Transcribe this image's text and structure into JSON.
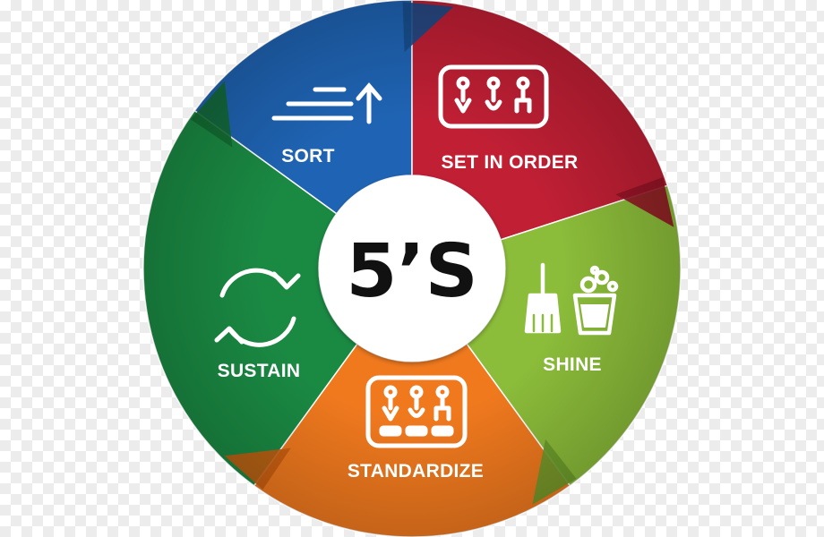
{
  "center": {
    "title": "5’S"
  },
  "segments": [
    {
      "id": "sort",
      "label": "SORT",
      "icon": "sort-lines-up-arrow-icon",
      "color": "#1f64b4",
      "color_dark": "#174c8c"
    },
    {
      "id": "set-in-order",
      "label": "SET IN ORDER",
      "icon": "tool-board-icon",
      "color": "#c01f34",
      "color_dark": "#921325"
    },
    {
      "id": "shine",
      "label": "SHINE",
      "icon": "broom-bucket-icon",
      "color": "#8cbd3a",
      "color_dark": "#6a9a2a"
    },
    {
      "id": "standardize",
      "label": "STANDARDIZE",
      "icon": "labeled-tool-board-icon",
      "color": "#f0791e",
      "color_dark": "#c85d10"
    },
    {
      "id": "sustain",
      "label": "SUSTAIN",
      "icon": "cycle-arrows-icon",
      "color": "#1a8a43",
      "color_dark": "#136a32"
    }
  ]
}
